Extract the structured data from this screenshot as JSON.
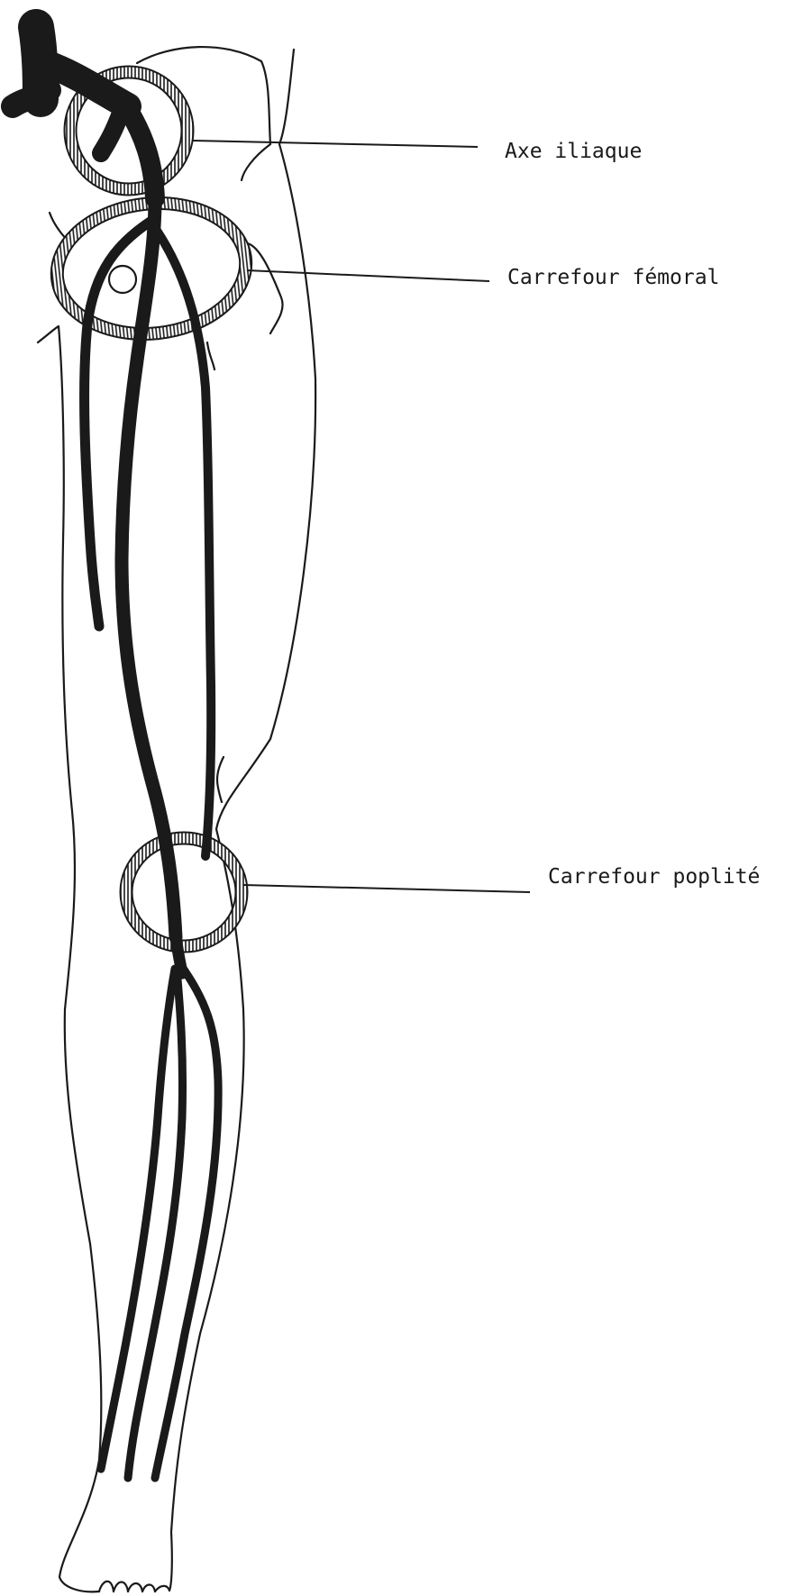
{
  "diagram": {
    "labels": {
      "iliac_axis": "Axe iliaque",
      "femoral_crossroad": "Carrefour fémoral",
      "popliteal_crossroad": "Carrefour poplité"
    },
    "colors": {
      "ink": "#1a1a1a",
      "background": "#ffffff"
    }
  }
}
